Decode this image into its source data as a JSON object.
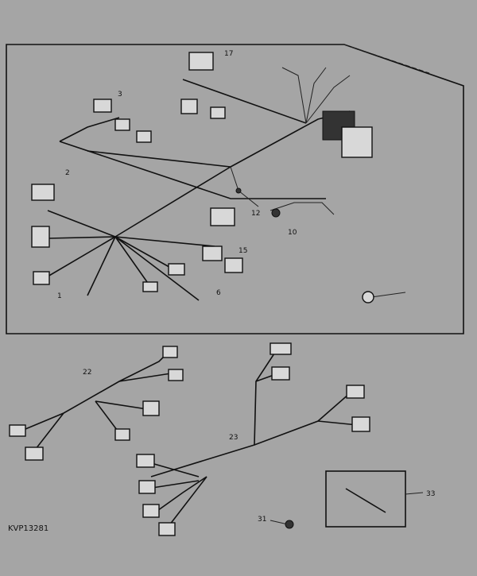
{
  "diagram": {
    "figure_id": "KVP13281",
    "colors": {
      "background": "#a5a5a5",
      "lines": "#111111"
    },
    "callouts": {
      "c17": "17",
      "c3": "3",
      "c2": "2",
      "c1": "1",
      "c10": "10",
      "c12": "12",
      "c15": "15",
      "c6": "6",
      "c22": "22",
      "c23": "23",
      "c33": "33",
      "c31": "31"
    }
  }
}
